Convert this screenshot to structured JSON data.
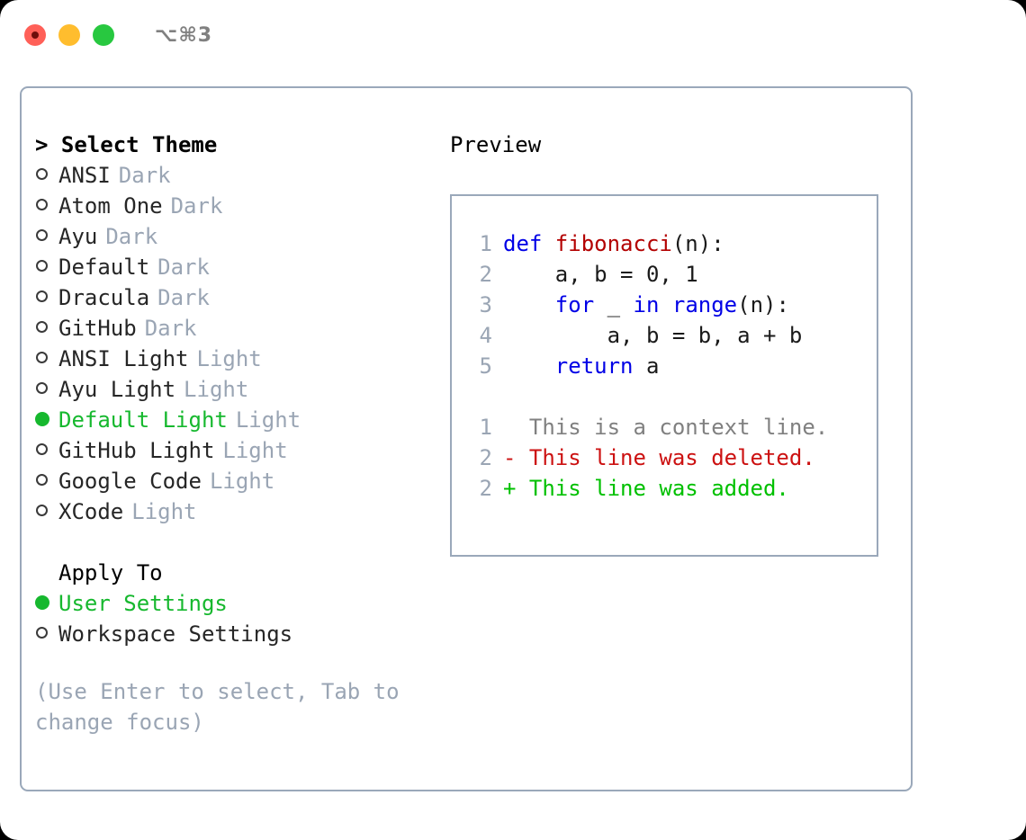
{
  "titlebar": {
    "shortcut": "⌥⌘3",
    "lights": [
      {
        "name": "close",
        "color": "#ff6058"
      },
      {
        "name": "minimize",
        "color": "#ffbd2e"
      },
      {
        "name": "maximize",
        "color": "#28c840"
      }
    ]
  },
  "theme_picker": {
    "header": "> Select Theme",
    "options": [
      {
        "label": "ANSI",
        "badge": "Dark",
        "selected": false
      },
      {
        "label": "Atom One",
        "badge": "Dark",
        "selected": false
      },
      {
        "label": "Ayu",
        "badge": "Dark",
        "selected": false
      },
      {
        "label": "Default",
        "badge": "Dark",
        "selected": false
      },
      {
        "label": "Dracula",
        "badge": "Dark",
        "selected": false
      },
      {
        "label": "GitHub",
        "badge": "Dark",
        "selected": false
      },
      {
        "label": "ANSI Light",
        "badge": "Light",
        "selected": false
      },
      {
        "label": "Ayu Light",
        "badge": "Light",
        "selected": false
      },
      {
        "label": "Default Light",
        "badge": "Light",
        "selected": true
      },
      {
        "label": "GitHub Light",
        "badge": "Light",
        "selected": false
      },
      {
        "label": "Google Code",
        "badge": "Light",
        "selected": false
      },
      {
        "label": "XCode",
        "badge": "Light",
        "selected": false
      }
    ]
  },
  "apply_to": {
    "header": "Apply To",
    "options": [
      {
        "label": "User Settings",
        "selected": true
      },
      {
        "label": "Workspace Settings",
        "selected": false
      }
    ]
  },
  "hint": "(Use Enter to select, Tab to change focus)",
  "preview": {
    "title": "Preview",
    "code_lines": [
      {
        "lineno": "1",
        "tokens": [
          {
            "text": "def ",
            "kind": "kw"
          },
          {
            "text": "fibonacci",
            "kind": "fn"
          },
          {
            "text": "(n):",
            "kind": "plain"
          }
        ]
      },
      {
        "lineno": "2",
        "tokens": [
          {
            "text": "    a, b = 0, 1",
            "kind": "plain"
          }
        ]
      },
      {
        "lineno": "3",
        "tokens": [
          {
            "text": "    ",
            "kind": "plain"
          },
          {
            "text": "for",
            "kind": "kw"
          },
          {
            "text": " _ ",
            "kind": "plain"
          },
          {
            "text": "in",
            "kind": "kw"
          },
          {
            "text": " ",
            "kind": "plain"
          },
          {
            "text": "range",
            "kind": "kw"
          },
          {
            "text": "(n):",
            "kind": "plain"
          }
        ]
      },
      {
        "lineno": "4",
        "tokens": [
          {
            "text": "        a, b = b, a + b",
            "kind": "plain"
          }
        ]
      },
      {
        "lineno": "5",
        "tokens": [
          {
            "text": "    ",
            "kind": "plain"
          },
          {
            "text": "return",
            "kind": "kw"
          },
          {
            "text": " a",
            "kind": "plain"
          }
        ]
      }
    ],
    "diff_lines": [
      {
        "lineno": "1",
        "tokens": [
          {
            "text": "  This is a context line.",
            "kind": "ctx"
          }
        ]
      },
      {
        "lineno": "2",
        "tokens": [
          {
            "text": "- This line was deleted.",
            "kind": "del"
          }
        ]
      },
      {
        "lineno": "2",
        "tokens": [
          {
            "text": "+ This line was added.",
            "kind": "add"
          }
        ]
      }
    ]
  },
  "colors": {
    "accent_green": "#16b82e",
    "muted": "#9aa5b4",
    "border": "#9aa8ba",
    "keyword": "#0000e6",
    "function": "#b30000",
    "diff_added": "#00c000",
    "diff_deleted": "#cc1111",
    "diff_context": "#808080"
  }
}
